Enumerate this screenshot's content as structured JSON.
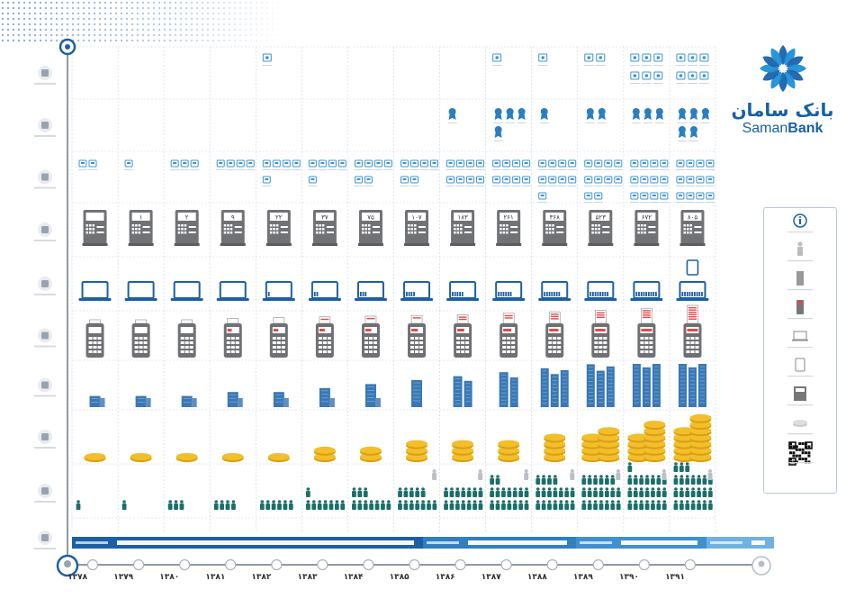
{
  "brand": {
    "name_fa": "بانک سامان",
    "name_en_1": "Saman",
    "name_en_2": "Bank"
  },
  "years": [
    "۱۳۷۸",
    "۱۳۷۹",
    "۱۳۸۰",
    "۱۳۸۱",
    "۱۳۸۲",
    "۱۳۸۳",
    "۱۳۸۴",
    "۱۳۸۵",
    "۱۳۸۶",
    "۱۳۸۷",
    "۱۳۸۸",
    "۱۳۸۹",
    "۱۳۹۰",
    "۱۳۹۱"
  ],
  "rows": [
    {
      "id": "social",
      "icon": "leaf-icon"
    },
    {
      "id": "awards",
      "icon": "award-icon"
    },
    {
      "id": "services",
      "icon": "gear-icon"
    },
    {
      "id": "atm",
      "icon": "atm-icon"
    },
    {
      "id": "internet",
      "icon": "laptop-icon"
    },
    {
      "id": "pos",
      "icon": "pos-icon"
    },
    {
      "id": "branches",
      "icon": "building-icon"
    },
    {
      "id": "assets",
      "icon": "coins-icon"
    },
    {
      "id": "staff",
      "icon": "people-icon"
    },
    {
      "id": "management",
      "icon": "person-icon"
    }
  ],
  "atm_counts": [
    "",
    "۱",
    "۲",
    "۹",
    "۲۲",
    "۳۷",
    "۷۵",
    "۱۰۷",
    "۱۸۳",
    "۲۶۱",
    "۳۶۸",
    "۵۲۳",
    "۶۷۲",
    "۸۰۵"
  ],
  "pos_fill": [
    0,
    0,
    0,
    0.1,
    0.15,
    0.2,
    0.25,
    0.3,
    0.35,
    0.45,
    0.55,
    0.65,
    0.8,
    1
  ],
  "branch_levels": [
    1,
    1,
    1,
    2,
    2,
    3,
    4,
    5,
    6,
    7,
    8,
    9,
    10,
    10
  ],
  "coin_stacks": [
    [
      1
    ],
    [
      1
    ],
    [
      1
    ],
    [
      1
    ],
    [
      1
    ],
    [
      2
    ],
    [
      2
    ],
    [
      3
    ],
    [
      3
    ],
    [
      3
    ],
    [
      4
    ],
    [
      4,
      5
    ],
    [
      4,
      6
    ],
    [
      5,
      7
    ]
  ],
  "people_counts": [
    1,
    1,
    3,
    4,
    6,
    8,
    10,
    12,
    14,
    16,
    18,
    20,
    22,
    24
  ],
  "colors": {
    "accent": "#1d5fa6",
    "atm": "#707276",
    "pos": "#6f7074",
    "building": "#3a78b5",
    "coins": "#f2bf2a",
    "people": "#1c6e69",
    "grid": "#c9d5e3",
    "timeline": "#8e9aa7",
    "pos_screen": "#e14b4b"
  },
  "legend": {
    "items": [
      "info-icon",
      "person-icon",
      "building-icon",
      "pos-icon",
      "laptop-icon",
      "tablet-icon",
      "atm-icon",
      "coin-icon",
      "qr-code-icon"
    ]
  },
  "management_bars": [
    {
      "level": 1
    },
    {
      "level": 2
    },
    {
      "level": 3
    },
    {
      "level": 4
    }
  ]
}
